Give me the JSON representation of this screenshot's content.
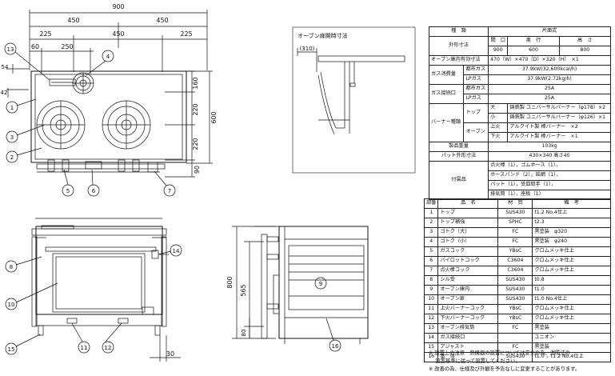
{
  "dimensions": {
    "top_total": "900",
    "top_half_left": "450",
    "top_half_right": "450",
    "seg_225_left": "225",
    "seg_450": "450",
    "seg_225_right": "225",
    "d60": "60",
    "d250": "250",
    "d54": "54",
    "d42": "42",
    "d160": "160",
    "d220a": "220",
    "d220b": "220",
    "d600": "600",
    "d90": "90",
    "h800": "800",
    "h565": "565",
    "d80": "80",
    "d30": "30",
    "d310": "(310)"
  },
  "oven_door_label": "オーブン扉開時寸法",
  "callouts": [
    "1",
    "2",
    "3",
    "4",
    "5",
    "6",
    "7",
    "8",
    "9",
    "10",
    "11",
    "12",
    "13",
    "14",
    "15",
    "16"
  ],
  "spec_table": {
    "rows": [
      {
        "label": "種　類",
        "value": "片面式"
      },
      {
        "label": "外形寸法",
        "sub": [
          "間　口",
          "奥　行",
          "高　さ"
        ],
        "vals": [
          "900",
          "600",
          "800"
        ]
      },
      {
        "label": "オーブン庫内有効寸法",
        "value": "470（W）×470（D）×320（H）　×1"
      },
      {
        "label": "ガス消費量",
        "sub1": "都市ガス",
        "val1": "37.9kW(32,600kcal/h)",
        "sub2": "LPガス",
        "val2": "37.9kW(2.72kg/h)"
      },
      {
        "label": "ガス接続口",
        "sub1": "都市ガス",
        "val1": "25A",
        "sub2": "LPガス",
        "val2": "25A"
      },
      {
        "label": "バーナー種類",
        "top": "トップ",
        "top_big": "大",
        "top_big_val": "鋳鉄製 ユニバーサルバーナー（φ178）×2",
        "top_small": "小",
        "top_small_val": "鋳鉄製 ユニバーサルバーナー（φ126）×1",
        "oven": "オーブン",
        "oven_up": "上火",
        "oven_up_val": "アルクイト製 棒バーナー　×2",
        "oven_down": "下火",
        "oven_down_val": "アルクイト製 棒バーナー　×1"
      },
      {
        "label": "製品重量",
        "value": "103kg"
      },
      {
        "label": "パット外形寸法",
        "value": "430×340 高さ40"
      },
      {
        "label": "付属品",
        "value_lines": [
          "点火棒（1），ゴムホース（1），",
          "ホースバンド（2），銘網（1），",
          "パット（1），受皿取手（1），",
          "排気筒（1），座板（1）"
        ]
      }
    ]
  },
  "parts_table": {
    "headers": [
      "部番",
      "品　名",
      "材　質",
      "備　考"
    ],
    "rows": [
      [
        "1",
        "トップ",
        "SUS430",
        "t1.2 No.4仕上"
      ],
      [
        "2",
        "トップ補強",
        "SPHC",
        "t2.3"
      ],
      [
        "3",
        "ゴトク（大）",
        "FC",
        "黒塗装　φ320"
      ],
      [
        "4",
        "ゴトク（小）",
        "FC",
        "黒塗装　φ240"
      ],
      [
        "5",
        "ガスコック",
        "YBsC",
        "クロムメッキ仕上"
      ],
      [
        "6",
        "パイロットコック",
        "C3604",
        "クロムメッキ仕上"
      ],
      [
        "7",
        "点火棒コック",
        "C3604",
        "クロムメッキ仕上"
      ],
      [
        "8",
        "シル受",
        "SUS430",
        "t0.8"
      ],
      [
        "9",
        "オーブン庫内",
        "SUS430",
        "t1.0"
      ],
      [
        "10",
        "オーブン扉",
        "SUS430",
        "t1.0 No.4仕上"
      ],
      [
        "11",
        "上火バーナーコック",
        "YBsC",
        "クロムメッキ仕上"
      ],
      [
        "12",
        "下火バーナーコック",
        "YBsC",
        "クロムメッキ仕上"
      ],
      [
        "13",
        "オーブン排気筒",
        "FC",
        "黒塗装"
      ],
      [
        "14",
        "ガス接続口",
        "",
        "ユニオン"
      ],
      [
        "15",
        "アジャスト",
        "FC",
        "黒塗装"
      ],
      [
        "16",
        "本　体",
        "SUS430",
        "t1.0 ，t1.2 No.4仕上"
      ]
    ]
  },
  "notes": [
    "※ 設置上の注意　熱機器の設置については安全の為、消防法の",
    "　 設置基準に従って設置してください。",
    "※ 改善の為、仕様及び外観を予告なしに変更することがあります。"
  ]
}
